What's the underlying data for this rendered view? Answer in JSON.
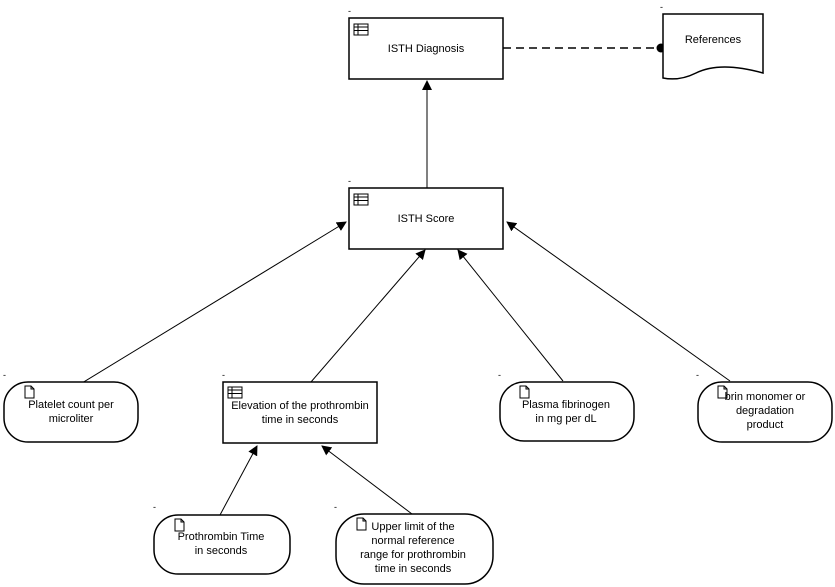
{
  "nodes": {
    "isth_diagnosis": {
      "label": "ISTH Diagnosis",
      "marker": "-"
    },
    "references": {
      "label": "References",
      "marker": "-"
    },
    "isth_score": {
      "label": "ISTH Score",
      "marker": "-"
    },
    "platelet_count": {
      "line1": "Platelet count per",
      "line2": "microliter",
      "marker": "-"
    },
    "elevation_pt": {
      "line1": "Elevation of the prothrombin",
      "line2": "time in seconds",
      "marker": "-"
    },
    "plasma_fibrinogen": {
      "line1": "Plasma fibrinogen",
      "line2": "in mg per dL",
      "marker": "-"
    },
    "fibrin_monomer": {
      "line1": "brin monomer or",
      "line2": "degradation",
      "line3": "product",
      "marker": "-"
    },
    "prothrombin_time": {
      "line1": "Prothrombin Time",
      "line2": "in seconds",
      "marker": "-"
    },
    "upper_limit": {
      "line1": "Upper limit of the",
      "line2": "normal reference",
      "line3": "range for prothrombin",
      "line4": "time in seconds",
      "marker": "-"
    }
  },
  "colors": {
    "stroke": "#000000",
    "fill": "#ffffff"
  },
  "icons": {
    "table": "table-icon",
    "document": "document-icon"
  }
}
